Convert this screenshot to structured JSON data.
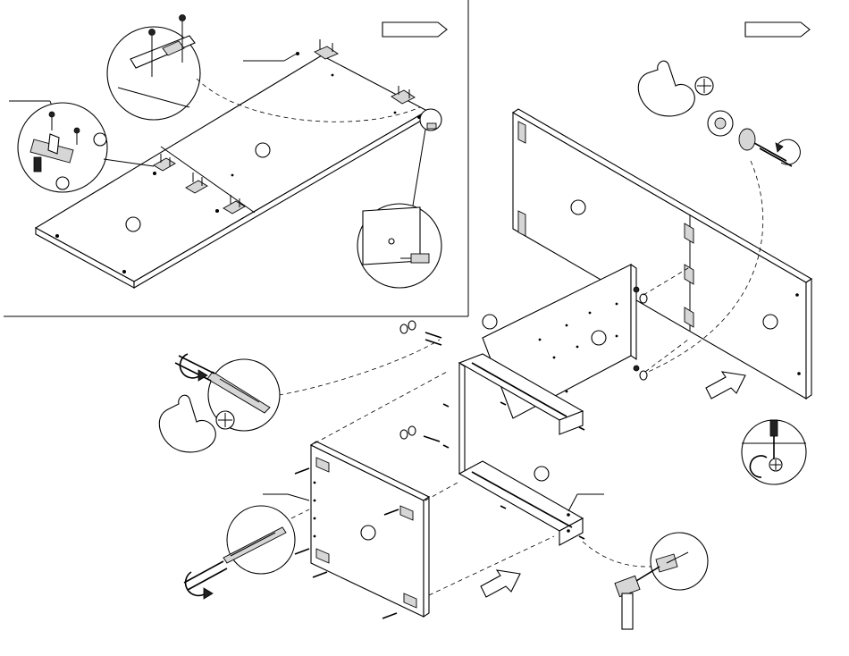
{
  "figure": {
    "type": "assembly-instruction-diagram",
    "colors": {
      "line": "#000000",
      "background": "#ffffff",
      "tool_fill": "#d6d6d6"
    },
    "step_tags": [
      {
        "id": "top-left-step-tag",
        "text": ""
      },
      {
        "id": "top-right-step-tag",
        "text": ""
      }
    ],
    "part_callouts": [
      "",
      "",
      "",
      "",
      "",
      "",
      "",
      "",
      ""
    ],
    "icons": [
      "hand-twist-icon",
      "wrench-rotate-icon",
      "screwdriver-rotate-icon",
      "hammer-icon",
      "direction-arrow-icon",
      "cam-lock-icon",
      "hinge-icon",
      "dowel-icon",
      "screw-icon"
    ]
  }
}
